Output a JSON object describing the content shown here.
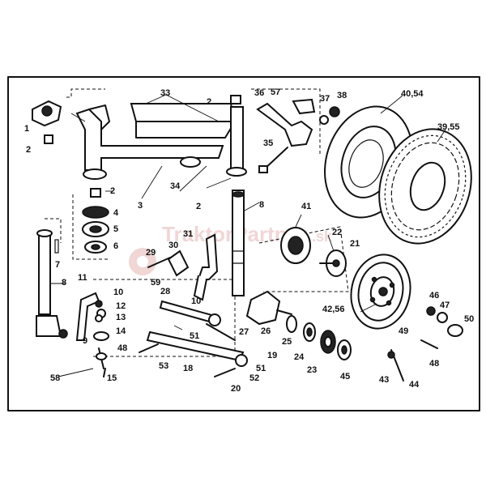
{
  "watermark": {
    "brand": "TraktorPartner",
    "tld": ".sk",
    "gear_icon": "gear-icon"
  },
  "labels": {
    "l1": "1",
    "l2a": "2",
    "l2b": "2",
    "l2c": "2",
    "l2d": "2",
    "l3": "3",
    "l4": "4",
    "l5": "5",
    "l6": "6",
    "l7": "7",
    "l8a": "8",
    "l8b": "8",
    "l9": "9",
    "l10": "10",
    "l11": "11",
    "l12": "12",
    "l13": "13",
    "l14": "14",
    "l15": "15",
    "l18": "18",
    "l19": "19",
    "l20": "20",
    "l21": "21",
    "l22": "22",
    "l23": "23",
    "l24": "24",
    "l25": "25",
    "l26": "26",
    "l27": "27",
    "l28": "28",
    "l29": "29",
    "l30": "30",
    "l31": "31",
    "l33": "33",
    "l34": "34",
    "l35": "35",
    "l36": "36",
    "l37": "37",
    "l38": "38",
    "l39": "39,55",
    "l40": "40,54",
    "l41": "41",
    "l42": "42,56",
    "l43": "43",
    "l44": "44",
    "l45": "45",
    "l46": "46",
    "l47": "47",
    "l48": "48",
    "l49": "49",
    "l50": "50",
    "l51": "51",
    "l51b": "51",
    "l52": "52",
    "l53": "53",
    "l57": "57",
    "l58": "58",
    "l59": "59",
    "l10b": "10",
    "l48b": "48"
  }
}
